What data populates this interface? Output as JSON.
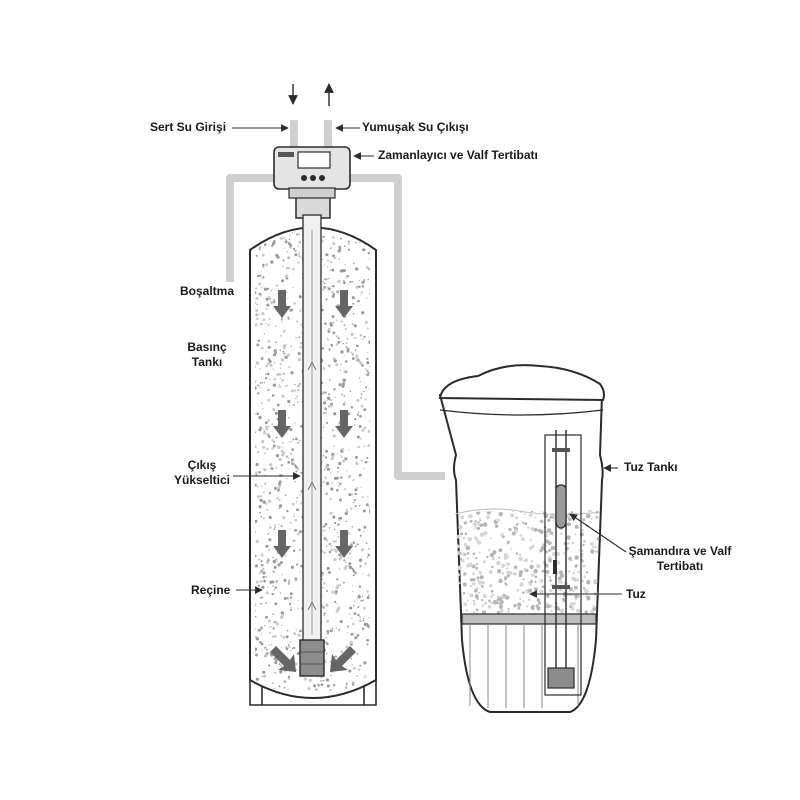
{
  "labels": {
    "hard_water_inlet": "Sert Su Girişi",
    "soft_water_outlet": "Yumuşak Su Çıkışı",
    "timer_valve": "Zamanlayıcı ve Valf Tertibatı",
    "drain": "Boşaltma",
    "pressure_tank_line1": "Basınç",
    "pressure_tank_line2": "Tankı",
    "riser_line1": "Çıkış",
    "riser_line2": "Yükseltici",
    "resin": "Reçine",
    "brine_tank": "Tuz Tankı",
    "float_valve_line1": "Şamandıra ve Valf",
    "float_valve_line2": "Tertibatı",
    "salt": "Tuz"
  },
  "colors": {
    "outline": "#2b2b2b",
    "pipe": "#cfcfcf",
    "flow_arrow": "#666666",
    "media_dot": "#9a9a9a",
    "background": "#ffffff"
  },
  "icons": {
    "flow_arrows": "flow-arrow-down-icon",
    "inlet_arrow": "arrow-down-icon",
    "outlet_arrow": "arrow-up-icon",
    "control_head": "control-valve-icon"
  }
}
